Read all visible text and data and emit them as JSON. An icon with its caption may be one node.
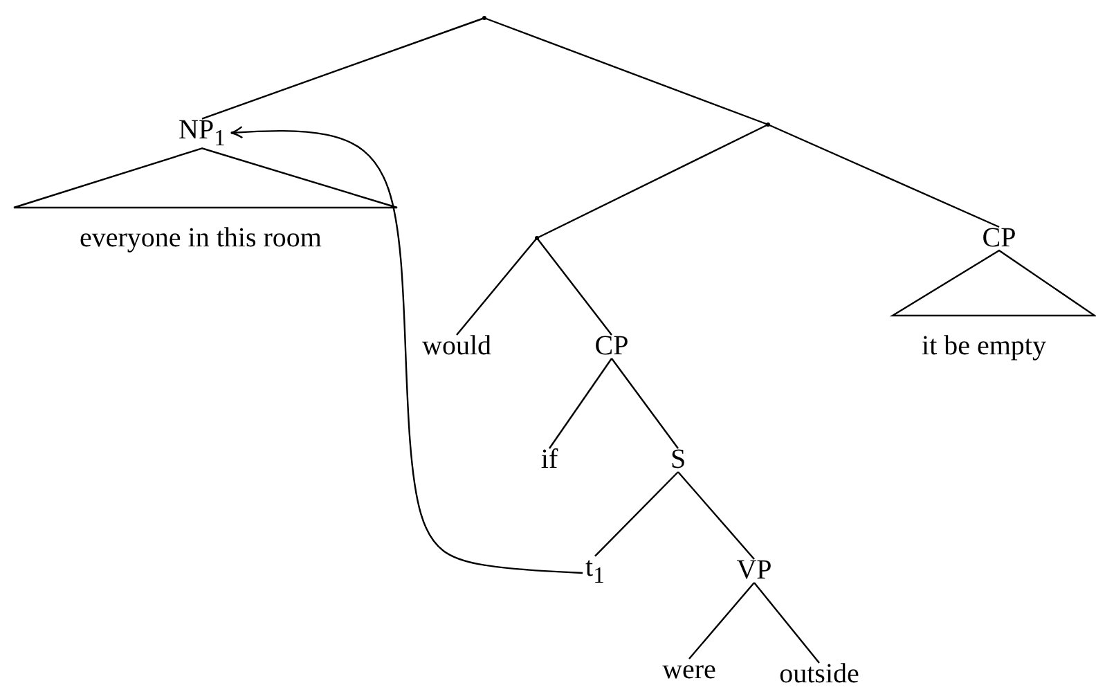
{
  "diagram": {
    "nodes": [
      {
        "text": [],
        "shape": "point"
      },
      {
        "text": [
          "NP$_{1}$"
        ]
      },
      {
        "text": [
          "everyone in this room"
        ]
      },
      {
        "text": [],
        "shape": "point"
      },
      {
        "text": [],
        "shape": "point"
      },
      {
        "text": [
          "CP"
        ]
      },
      {
        "text": [
          "it be empty"
        ]
      },
      {
        "text": [
          "would"
        ]
      },
      {
        "text": [
          "CP"
        ]
      },
      {
        "text": [
          "if"
        ]
      },
      {
        "text": [
          "S"
        ]
      },
      {
        "text": [
          "t$_{1}$"
        ]
      },
      {
        "text": [
          "VP"
        ]
      },
      {
        "text": [
          "were"
        ]
      },
      {
        "text": [
          "outside"
        ]
      }
    ],
    "edges": [
      {
        "from": 0,
        "to": 1,
        "arrow": "none"
      },
      {
        "from": 0,
        "to": 3,
        "arrow": "none"
      },
      {
        "from": 1,
        "to": 2,
        "arrow": "none"
      },
      {
        "from": 3,
        "to": 4,
        "arrow": "none"
      },
      {
        "from": 3,
        "to": 5,
        "arrow": "none"
      },
      {
        "from": 5,
        "to": 6,
        "arrow": "none"
      },
      {
        "from": 4,
        "to": 7,
        "arrow": "none"
      },
      {
        "from": 4,
        "to": 8,
        "arrow": "none"
      },
      {
        "from": 8,
        "to": 9,
        "arrow": "none"
      },
      {
        "from": 8,
        "to": 10,
        "arrow": "none"
      },
      {
        "from": 10,
        "to": 11,
        "arrow": "none"
      },
      {
        "from": 10,
        "to": 12,
        "arrow": "none"
      },
      {
        "from": 12,
        "to": 13,
        "arrow": "none"
      },
      {
        "from": 12,
        "to": 14,
        "arrow": "none"
      },
      {
        "from": 11,
        "to": 1,
        "arrow": "to"
      }
    ]
  }
}
